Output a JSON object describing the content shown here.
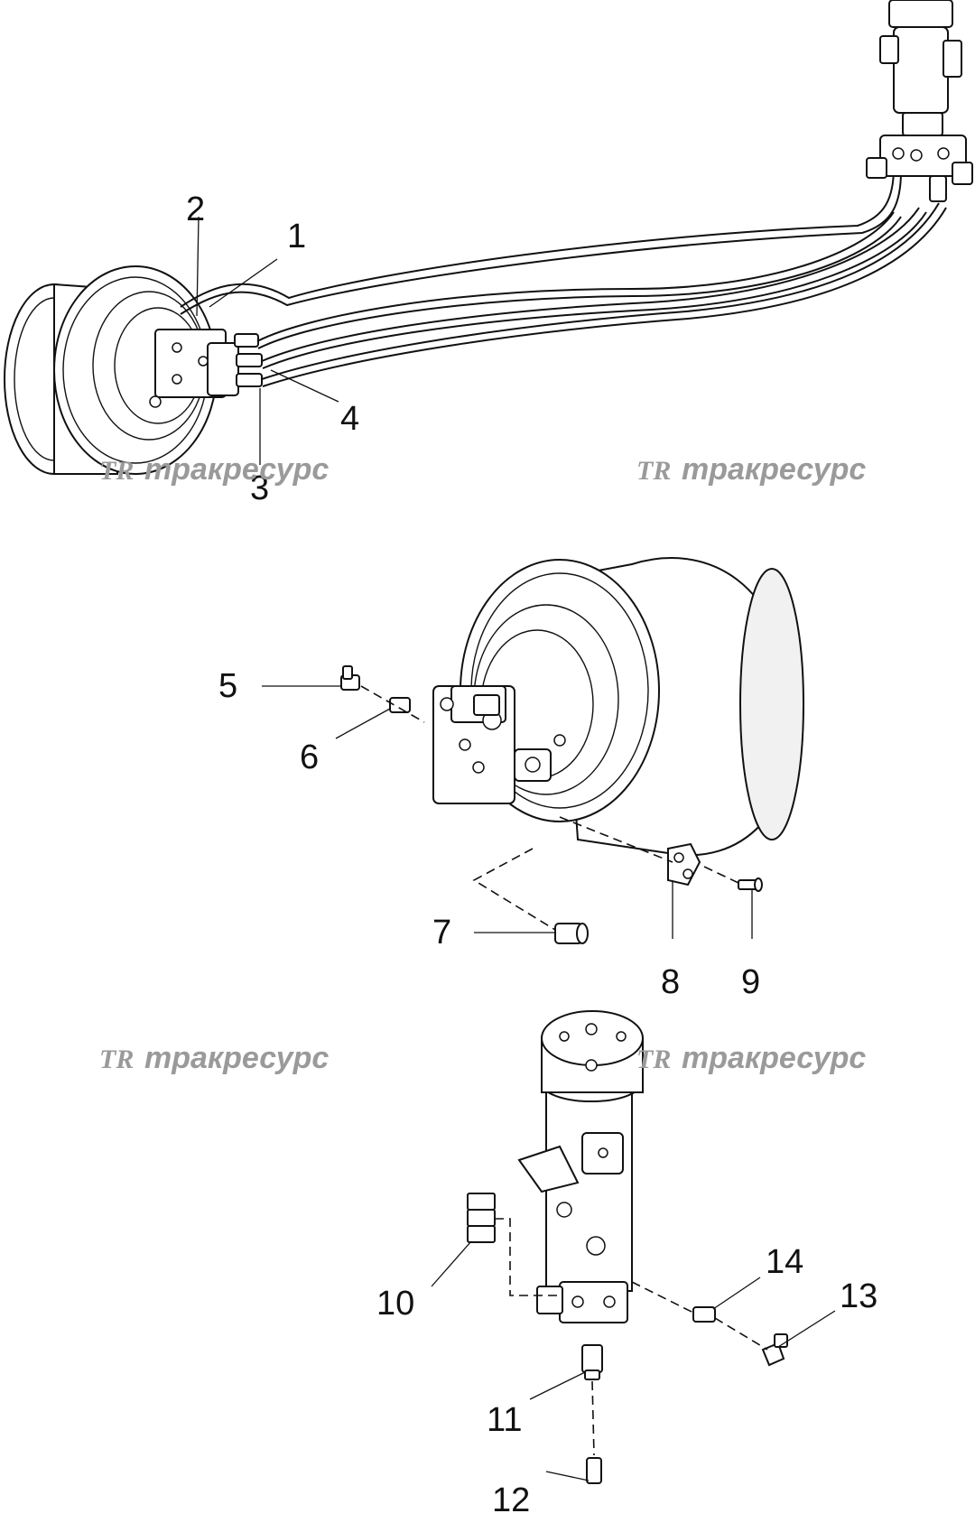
{
  "callouts": [
    "1",
    "2",
    "3",
    "4",
    "5",
    "6",
    "7",
    "8",
    "9",
    "10",
    "11",
    "12",
    "13",
    "14"
  ],
  "watermark": {
    "logo": "TR",
    "text": "тракресурс"
  }
}
